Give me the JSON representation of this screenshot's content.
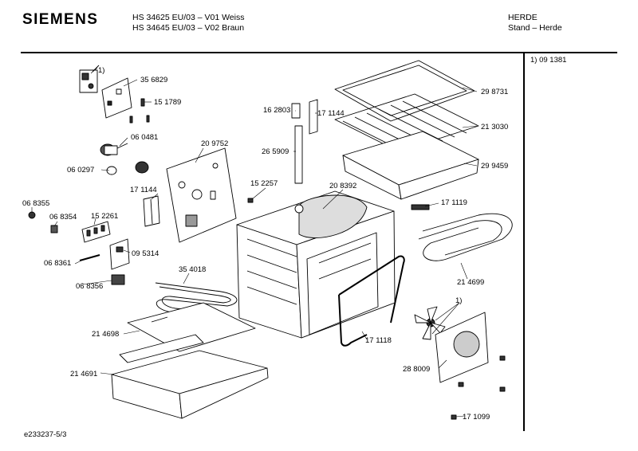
{
  "header": {
    "brand": "SIEMENS",
    "models": [
      "HS 34625 EU/03 – V01 Weiss",
      "HS 34645 EU/03 – V02 Braun"
    ],
    "category": [
      "HERDE",
      "Stand – Herde"
    ]
  },
  "side_note": "1) 09 1381",
  "footer": "e233237-5/3",
  "callout_marks": [
    "1)",
    "1)"
  ],
  "part_numbers": [
    "35 6829",
    "15 1789",
    "06 0481",
    "06 0297",
    "20 9752",
    "17 1144",
    "06 8355",
    "06 8354",
    "15 2261",
    "09 5314",
    "06 8361",
    "06 8356",
    "35 4018",
    "21 4698",
    "21 4691",
    "16 2803",
    "17 1144",
    "26 5909",
    "15 2257",
    "20 8392",
    "29 8731",
    "21 3030",
    "29 9459",
    "17 1119",
    "21 4699",
    "17 1118",
    "28 8009",
    "17 1099"
  ],
  "colors": {
    "line": "#000000",
    "background": "#ffffff"
  }
}
